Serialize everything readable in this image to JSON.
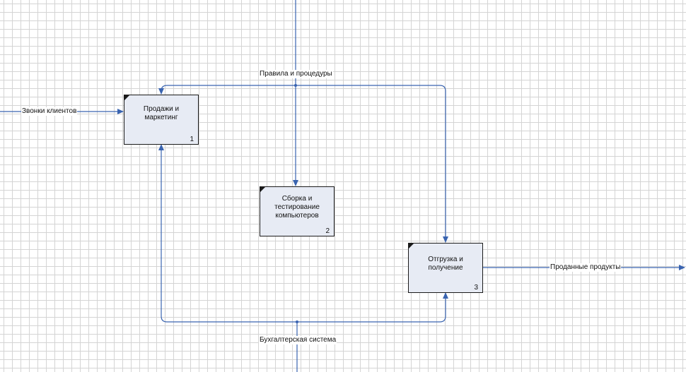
{
  "diagram": {
    "style": {
      "line_color": "#3a64b0",
      "block_fill": "#e7ebf4",
      "block_border": "#1a1a1a",
      "grid_color": "#d4d4d4"
    },
    "blocks": [
      {
        "id": "sales",
        "title": "Продажи и маркетинг",
        "number": "1"
      },
      {
        "id": "assembly",
        "title": "Сборка и тестирование компьютеров",
        "number": "2"
      },
      {
        "id": "shipping",
        "title": "Отгрузка и получение",
        "number": "3"
      }
    ],
    "arrows": {
      "control": "Правила и процедуры",
      "input": "Звонки клиентов",
      "output": "Проданные продукты",
      "mechanism": "Бухгалтерская система"
    }
  }
}
